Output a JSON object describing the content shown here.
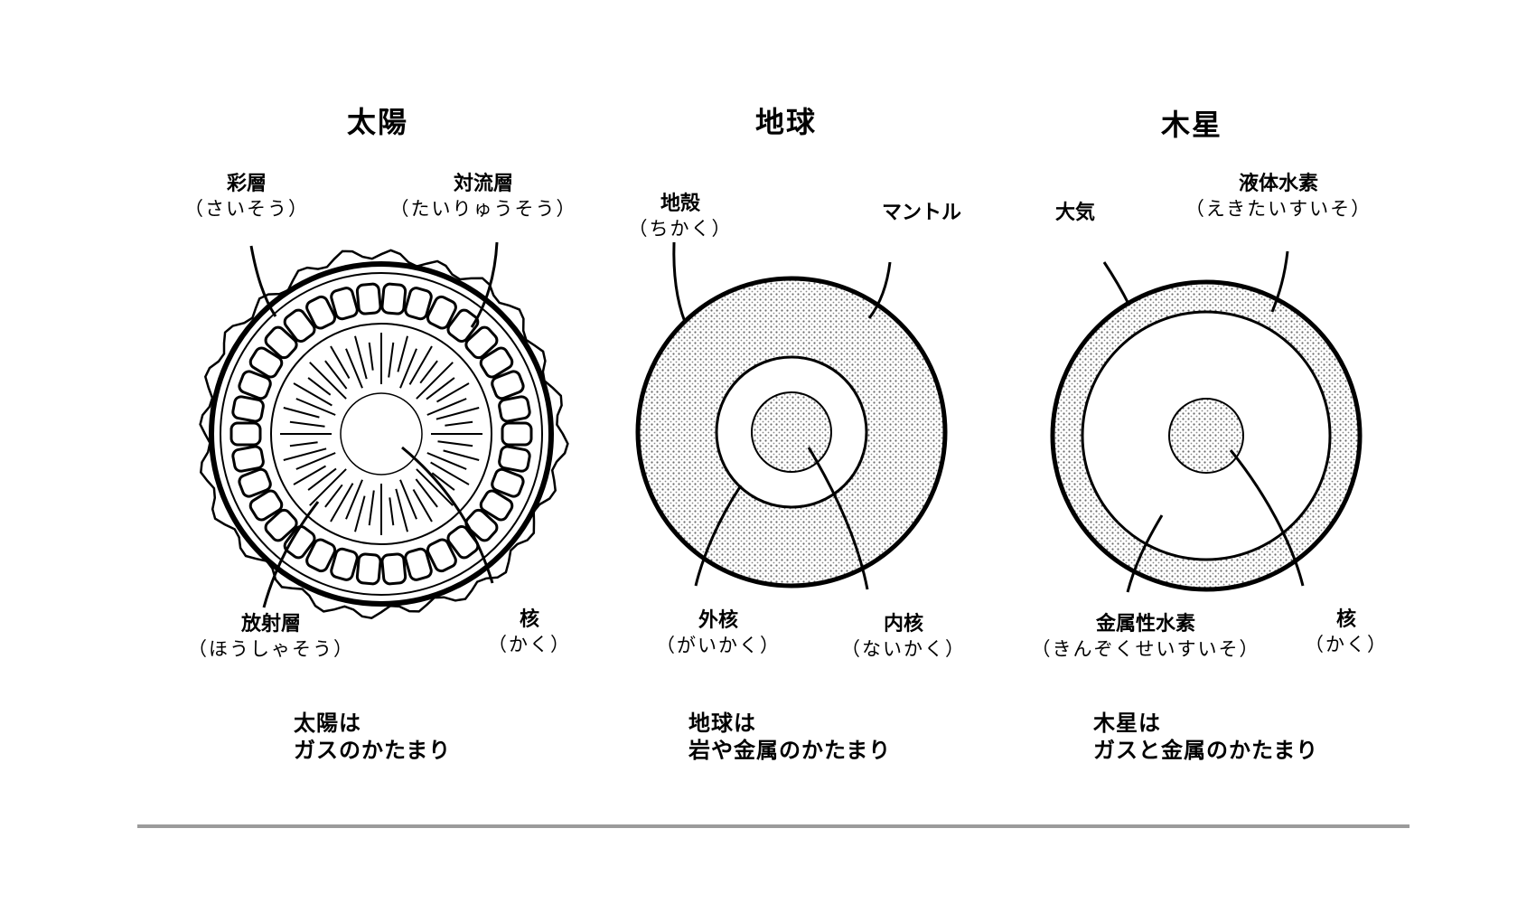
{
  "planets": [
    {
      "key": "sun",
      "title": "太陽",
      "labels": {
        "chromosphere": {
          "name": "彩層",
          "reading": "（さいそう）"
        },
        "convection": {
          "name": "対流層",
          "reading": "（たいりゅうそう）"
        },
        "radiation": {
          "name": "放射層",
          "reading": "（ほうしゃそう）"
        },
        "core": {
          "name": "核",
          "reading": "（かく）"
        }
      },
      "caption": [
        "太陽は",
        "ガスのかたまり"
      ]
    },
    {
      "key": "earth",
      "title": "地球",
      "labels": {
        "crust": {
          "name": "地殻",
          "reading": "（ちかく）"
        },
        "mantle": {
          "name": "マントル"
        },
        "outer_core": {
          "name": "外核",
          "reading": "（がいかく）"
        },
        "inner_core": {
          "name": "内核",
          "reading": "（ないかく）"
        }
      },
      "caption": [
        "地球は",
        "岩や金属のかたまり"
      ]
    },
    {
      "key": "jupiter",
      "title": "木星",
      "labels": {
        "atmosphere": {
          "name": "大気"
        },
        "liquid_hydrogen": {
          "name": "液体水素",
          "reading": "（えきたいすいそ）"
        },
        "metallic_hydrogen": {
          "name": "金属性水素",
          "reading": "（きんぞくせいすいそ）"
        },
        "core": {
          "name": "核",
          "reading": "（かく）"
        }
      },
      "caption": [
        "木星は",
        "ガスと金属のかたまり"
      ]
    }
  ],
  "colors": {
    "ink": "#000000",
    "stipple": "#b9b9b9",
    "rule": "#9b9b9b"
  }
}
